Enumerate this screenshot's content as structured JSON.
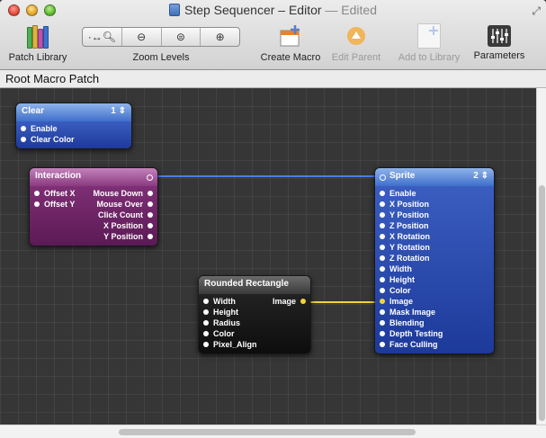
{
  "window": {
    "title": "Step Sequencer – Editor",
    "edited_suffix": "— Edited"
  },
  "toolbar": {
    "patch_library": "Patch Library",
    "zoom_levels": "Zoom Levels",
    "create_macro": "Create Macro",
    "edit_parent": "Edit Parent",
    "add_to_library": "Add to Library",
    "parameters": "Parameters"
  },
  "breadcrumb": "Root Macro Patch",
  "patches": {
    "clear": {
      "title": "Clear",
      "counter": "1 ⇕",
      "inputs": [
        "Enable",
        "Clear Color"
      ]
    },
    "interaction": {
      "title": "Interaction",
      "inputs": [
        "Offset X",
        "Offset Y"
      ],
      "outputs": [
        "Mouse Down",
        "Mouse Over",
        "Click Count",
        "X Position",
        "Y Position"
      ]
    },
    "rounded_rectangle": {
      "title": "Rounded Rectangle",
      "inputs": [
        "Width",
        "Height",
        "Radius",
        "Color",
        "Pixel_Align"
      ],
      "outputs": [
        "Image"
      ]
    },
    "sprite": {
      "title": "Sprite",
      "counter": "2 ⇕",
      "inputs": [
        "Enable",
        "X Position",
        "Y Position",
        "Z Position",
        "X Rotation",
        "Y Rotation",
        "Z Rotation",
        "Width",
        "Height",
        "Color",
        "Image",
        "Mask Image",
        "Blending",
        "Depth Testing",
        "Face Culling"
      ]
    }
  },
  "colors": {
    "canvas": "#363636",
    "blue_patch": "#2a4bb0",
    "purple_patch": "#6e2466",
    "black_patch": "#141414",
    "wire_blue": "#4d7cff",
    "wire_yellow": "#f2d33c"
  }
}
